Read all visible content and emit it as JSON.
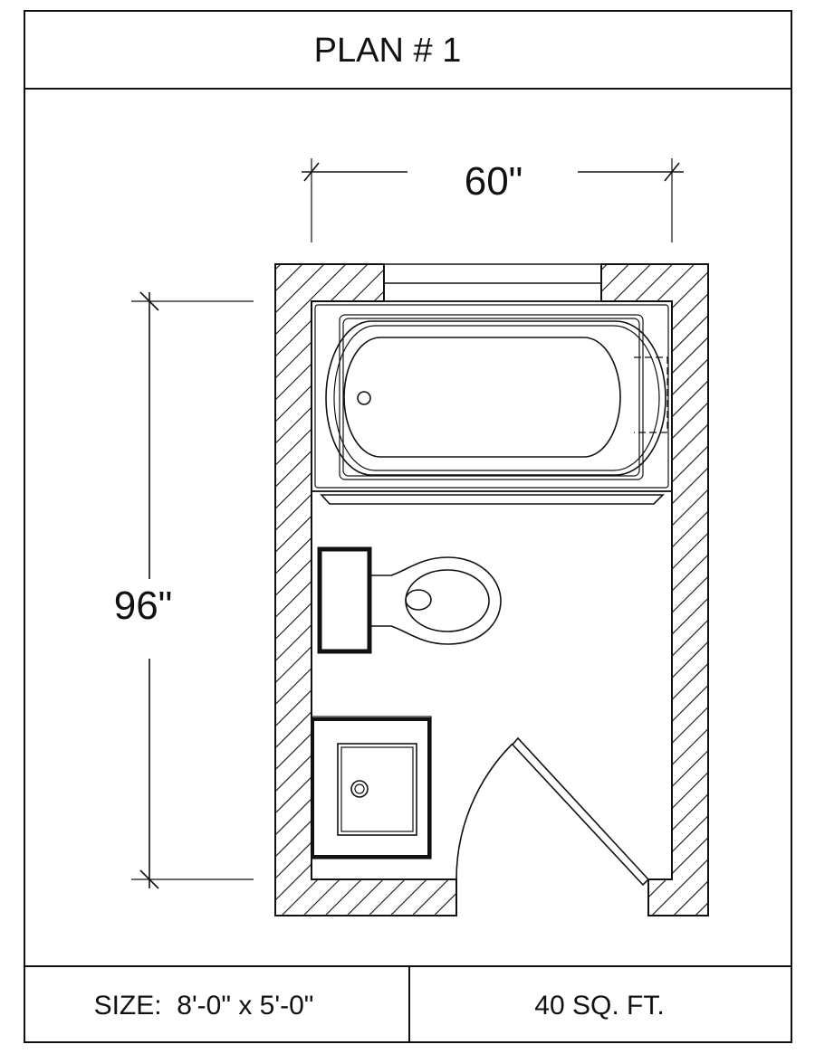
{
  "title": "PLAN # 1",
  "dimensions": {
    "width_label": "60\"",
    "height_label": "96\""
  },
  "footer": {
    "size_label": "SIZE:  8'-0\" x 5'-0\"",
    "area_label": "40 SQ. FT."
  },
  "colors": {
    "line": "#111111",
    "background": "#ffffff"
  }
}
